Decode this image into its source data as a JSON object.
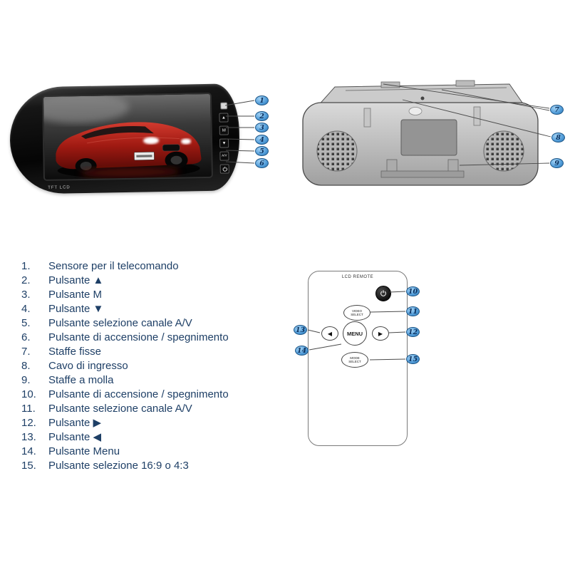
{
  "colors": {
    "badge_fill": "#4f9bd8",
    "legend_text": "#1e3f66"
  },
  "monitor_front": {
    "brand": "TFT LCD",
    "buttons": {
      "up": "▲",
      "menu": "M",
      "down": "▼",
      "av": "A/V"
    }
  },
  "remote": {
    "title": "LCD REMOTE",
    "video_select": "VIDEO SELECT",
    "menu": "MENU",
    "mode_select": "MODE SELECT",
    "left_arrow": "◀",
    "right_arrow": "▶"
  },
  "callouts": [
    "1",
    "2",
    "3",
    "4",
    "5",
    "6",
    "7",
    "8",
    "9",
    "10",
    "11",
    "12",
    "13",
    "14",
    "15"
  ],
  "legend": {
    "items": [
      {
        "num": "1.",
        "text": "Sensore per il telecomando"
      },
      {
        "num": "2.",
        "text": "Pulsante ▲"
      },
      {
        "num": "3.",
        "text": "Pulsante M"
      },
      {
        "num": "4.",
        "text": "Pulsante ▼"
      },
      {
        "num": "5.",
        "text": "Pulsante selezione canale A/V"
      },
      {
        "num": "6.",
        "text": "Pulsante di accensione / spegnimento"
      },
      {
        "num": "7.",
        "text": "Staffe fisse"
      },
      {
        "num": "8.",
        "text": "Cavo di ingresso"
      },
      {
        "num": "9.",
        "text": "Staffe a molla"
      },
      {
        "num": "10.",
        "text": "Pulsante di accensione / spegnimento"
      },
      {
        "num": "11.",
        "text": "Pulsante selezione canale A/V"
      },
      {
        "num": "12.",
        "text": "Pulsante ▶"
      },
      {
        "num": "13.",
        "text": "Pulsante ◀"
      },
      {
        "num": "14.",
        "text": "Pulsante Menu"
      },
      {
        "num": "15.",
        "text": "Pulsante selezione 16:9 o 4:3"
      }
    ]
  }
}
